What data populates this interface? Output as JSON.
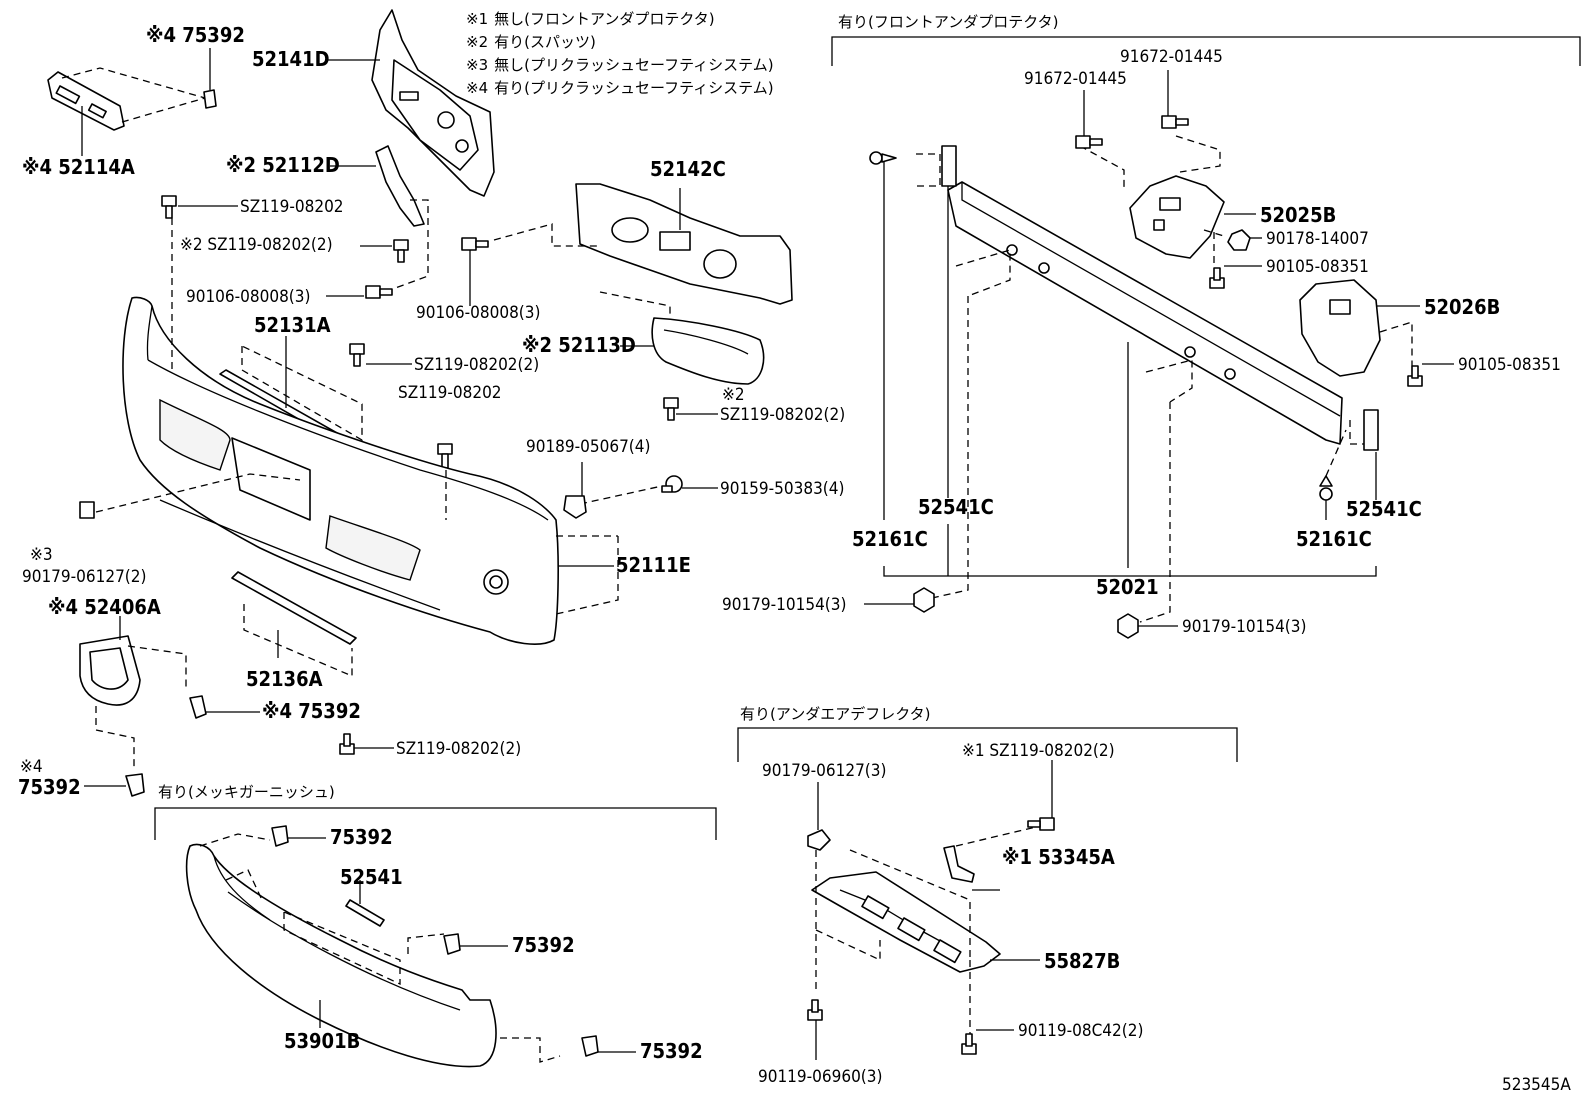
{
  "legend": [
    {
      "mark": "※1",
      "text": "無し(フロントアンダプロテクタ)"
    },
    {
      "mark": "※2",
      "text": "有り(スパッツ)"
    },
    {
      "mark": "※3",
      "text": "無し(プリクラッシュセーフティシステム)"
    },
    {
      "mark": "※4",
      "text": "有り(プリクラッシュセーフティシステム)"
    }
  ],
  "groups": {
    "front_under_protector": "有り(フロントアンダプロテクタ)",
    "under_air_deflector": "有り(アンダエアデフレクタ)",
    "plated_garnish": "有り(メッキガーニッシュ)"
  },
  "labels": {
    "p_75392_top": "※4 75392",
    "p_52114A": "※4 52114A",
    "p_52141D": "52141D",
    "p_52112D": "※2 52112D",
    "p_sz_a": "SZ119-08202",
    "p_sz_b": "※2 SZ119-08202(2)",
    "p_90106_a": "90106-08008(3)",
    "p_90106_b": "90106-08008(3)",
    "p_52142C": "52142C",
    "p_52131A": "52131A",
    "p_sz_c": "SZ119-08202(2)",
    "p_sz_d": "SZ119-08202",
    "p_52113D": "※2 52113D",
    "p_sz_e_mark": "※2",
    "p_sz_e": "SZ119-08202(2)",
    "p_90189": "90189-05067(4)",
    "p_90159": "90159-50383(4)",
    "p_90179_06127_mark": "※3",
    "p_90179_06127": "90179-06127(2)",
    "p_52111E": "52111E",
    "p_52406A": "※4 52406A",
    "p_52136A": "52136A",
    "p_75392_mid": "※4 75392",
    "p_sz_f": "SZ119-08202(2)",
    "p_75392_left_mark": "※4",
    "p_75392_left": "75392",
    "p_75392_g1": "75392",
    "p_52541": "52541",
    "p_75392_g2": "75392",
    "p_53901B": "53901B",
    "p_75392_g3": "75392",
    "p_91672_a": "91672-01445",
    "p_91672_b": "91672-01445",
    "p_52025B": "52025B",
    "p_90178": "90178-14007",
    "p_90105_a": "90105-08351",
    "p_52026B": "52026B",
    "p_90105_b": "90105-08351",
    "p_52541C_a": "52541C",
    "p_52541C_b": "52541C",
    "p_52161C_a": "52161C",
    "p_52161C_b": "52161C",
    "p_52021": "52021",
    "p_90179_10154_a": "90179-10154(3)",
    "p_90179_10154_b": "90179-10154(3)",
    "p_90179_06127_b": "90179-06127(3)",
    "p_sz_g": "※1 SZ119-08202(2)",
    "p_53345A": "※1 53345A",
    "p_55827B": "55827B",
    "p_90119_08C42": "90119-08C42(2)",
    "p_90119_06960": "90119-06960(3)",
    "diagram_id": "523545A"
  }
}
